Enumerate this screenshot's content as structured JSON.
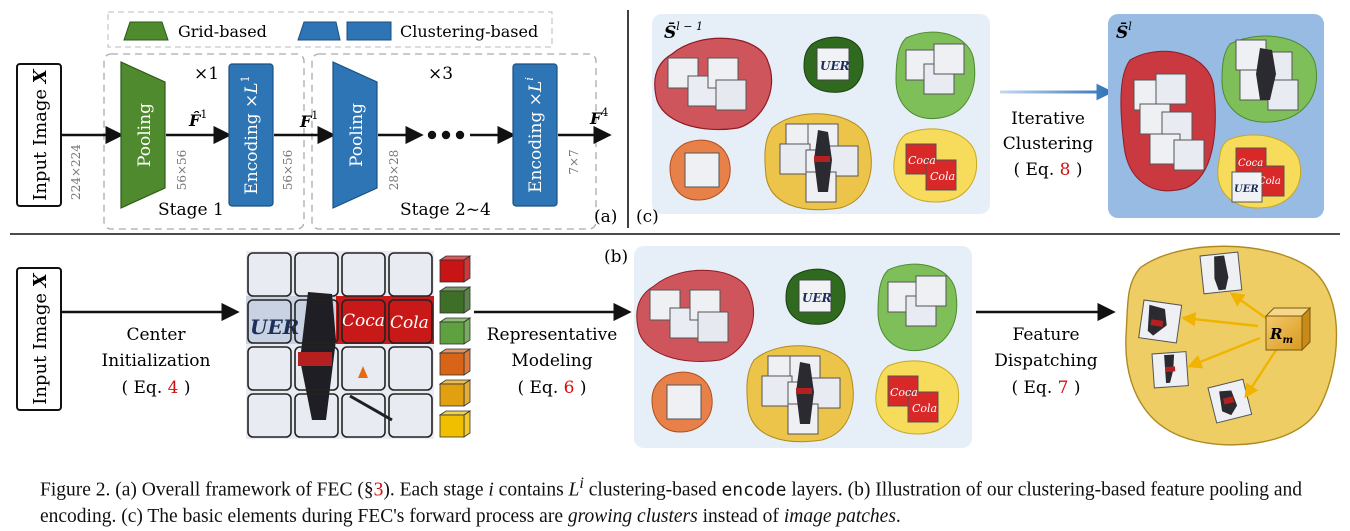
{
  "legend": {
    "grid_label": "Grid-based",
    "cluster_label": "Clustering-based"
  },
  "colors": {
    "grid": "#4f8a2e",
    "cluster": "#2e75b6",
    "ref_red": "#d01010",
    "panel_bg": "#e6eef8",
    "red_cluster": "#c9393f",
    "dark_green_cluster": "#2f6a1f",
    "light_green_cluster": "#7fbf5a",
    "orange_cluster": "#e8804a",
    "yellow_cluster": "#ecc44a"
  },
  "panel_a": {
    "input_label": "Input Image",
    "input_symbol": "X",
    "input_res": "224×224",
    "stage1_repeat": "×1",
    "stage24_repeat": "×3",
    "pooling_label": "Pooling",
    "encoding_label": "Encoding ×",
    "encoding_sup_stage1": "1",
    "encoding_sup_stage24": "i",
    "encoding_L": "L",
    "f_hat": "F̂",
    "f_hat_sup": "1",
    "f_1": "F",
    "f_1_sup": "1",
    "f_4": "F",
    "f_4_sup": "4",
    "res_56_a": "56×56",
    "res_56_b": "56×56",
    "res_28": "28×28",
    "res_7": "7×7",
    "stage1_label": "Stage 1",
    "stage24_label": "Stage 2~4",
    "panel_tag": "(a)"
  },
  "panel_b": {
    "input_label": "Input Image",
    "input_symbol": "X",
    "step1_line1": "Center",
    "step1_line2": "Initialization",
    "step1_eq_prefix": "( Eq. ",
    "step1_eq_num": "4",
    "step1_eq_suffix": " )",
    "step2_line1": "Representative",
    "step2_line2": "Modeling",
    "step2_eq_prefix": "( Eq. ",
    "step2_eq_num": "6",
    "step2_eq_suffix": " )",
    "step3_line1": "Feature",
    "step3_line2": "Dispatching",
    "step3_eq_prefix": "( Eq. ",
    "step3_eq_num": "7",
    "step3_eq_suffix": " )",
    "rep_symbol": "R",
    "rep_sub": "m",
    "panel_tag": "(b)",
    "center_swatches": [
      "#c81414",
      "#3e6e28",
      "#5fa040",
      "#d86418",
      "#e0a010",
      "#f0c000"
    ]
  },
  "panel_c": {
    "prev_label": "S̄",
    "prev_sup": "l − 1",
    "next_label": "S̄",
    "next_sup": "l",
    "step_line1": "Iterative",
    "step_line2": "Clustering",
    "step_eq_prefix": "( Eq. ",
    "step_eq_num": "8",
    "step_eq_suffix": " )",
    "panel_tag": "(c)"
  },
  "patch_text": {
    "uer": "UER",
    "coca": "Coca",
    "cola": "Cola"
  },
  "caption": {
    "p1": "Figure 2. (a) Overall framework of FEC (§",
    "p1_ref": "3",
    "p2": "). Each stage ",
    "p2_var": "i",
    "p3": " contains ",
    "p3_var": "L",
    "p3_sup": "i",
    "p4": " clustering-based ",
    "p4_code": "encode",
    "p5": " layers. (b) Illustration of our clustering-based feature pooling and encoding. (c) The basic elements during FEC's forward process are ",
    "p5_em1": "growing clusters",
    "p6": " instead of ",
    "p6_em2": "image patches",
    "p7": "."
  }
}
